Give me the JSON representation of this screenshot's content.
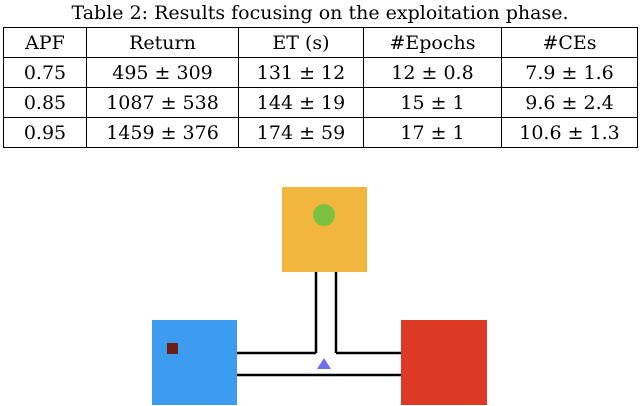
{
  "caption": "Table 2: Results focusing on the exploitation phase.",
  "table": {
    "headers": [
      "APF",
      "Return",
      "ET (s)",
      "#Epochs",
      "#CEs"
    ],
    "rows": [
      [
        "0.75",
        "495 ± 309",
        "131 ± 12",
        "12 ± 0.8",
        "7.9 ± 1.6"
      ],
      [
        "0.85",
        "1087 ± 538",
        "144 ± 19",
        "15 ± 1",
        "9.6 ± 2.4"
      ],
      [
        "0.95",
        "1459 ± 376",
        "174 ± 59",
        "17 ± 1",
        "10.6 ± 1.3"
      ]
    ]
  },
  "figure": {
    "colors": {
      "top_room": "#f0b63e",
      "goal_circle": "#7bc241",
      "left_room": "#3d9bf0",
      "left_marker": "#6b1e12",
      "right_room": "#dd3a26",
      "agent": "#6f6ff0",
      "corridor": "#000000"
    },
    "icons": [
      "goal-circle-icon",
      "key-square-icon",
      "agent-triangle-icon"
    ]
  }
}
